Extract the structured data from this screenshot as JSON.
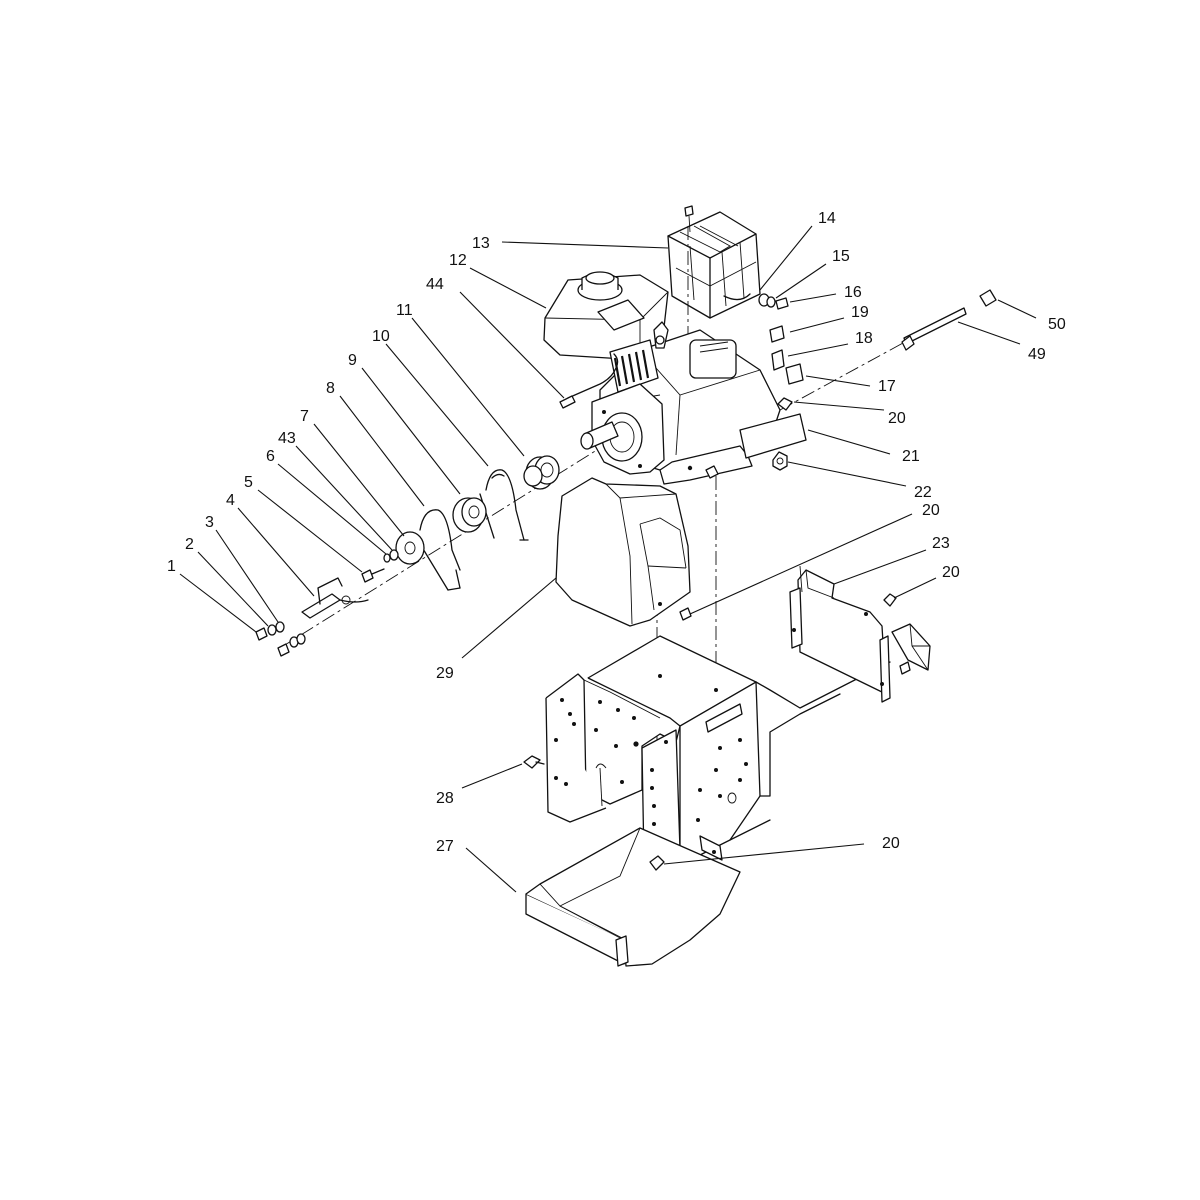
{
  "diagram": {
    "style": {
      "line_color": "#111111",
      "background": "#ffffff"
    },
    "callouts": [
      {
        "id": "c1",
        "label": "1"
      },
      {
        "id": "c2",
        "label": "2"
      },
      {
        "id": "c3",
        "label": "3"
      },
      {
        "id": "c4",
        "label": "4"
      },
      {
        "id": "c5",
        "label": "5"
      },
      {
        "id": "c6",
        "label": "6"
      },
      {
        "id": "c43",
        "label": "43"
      },
      {
        "id": "c7",
        "label": "7"
      },
      {
        "id": "c8",
        "label": "8"
      },
      {
        "id": "c9",
        "label": "9"
      },
      {
        "id": "c10",
        "label": "10"
      },
      {
        "id": "c11",
        "label": "11"
      },
      {
        "id": "c44",
        "label": "44"
      },
      {
        "id": "c12",
        "label": "12"
      },
      {
        "id": "c13",
        "label": "13"
      },
      {
        "id": "c14",
        "label": "14"
      },
      {
        "id": "c15",
        "label": "15"
      },
      {
        "id": "c16",
        "label": "16"
      },
      {
        "id": "c19",
        "label": "19"
      },
      {
        "id": "c18",
        "label": "18"
      },
      {
        "id": "c17",
        "label": "17"
      },
      {
        "id": "c20a",
        "label": "20"
      },
      {
        "id": "c21",
        "label": "21"
      },
      {
        "id": "c22",
        "label": "22"
      },
      {
        "id": "c20b",
        "label": "20"
      },
      {
        "id": "c23",
        "label": "23"
      },
      {
        "id": "c20c",
        "label": "20"
      },
      {
        "id": "c50",
        "label": "50"
      },
      {
        "id": "c49",
        "label": "49"
      },
      {
        "id": "c29",
        "label": "29"
      },
      {
        "id": "c28",
        "label": "28"
      },
      {
        "id": "c27",
        "label": "27"
      },
      {
        "id": "c20d",
        "label": "20"
      }
    ]
  }
}
